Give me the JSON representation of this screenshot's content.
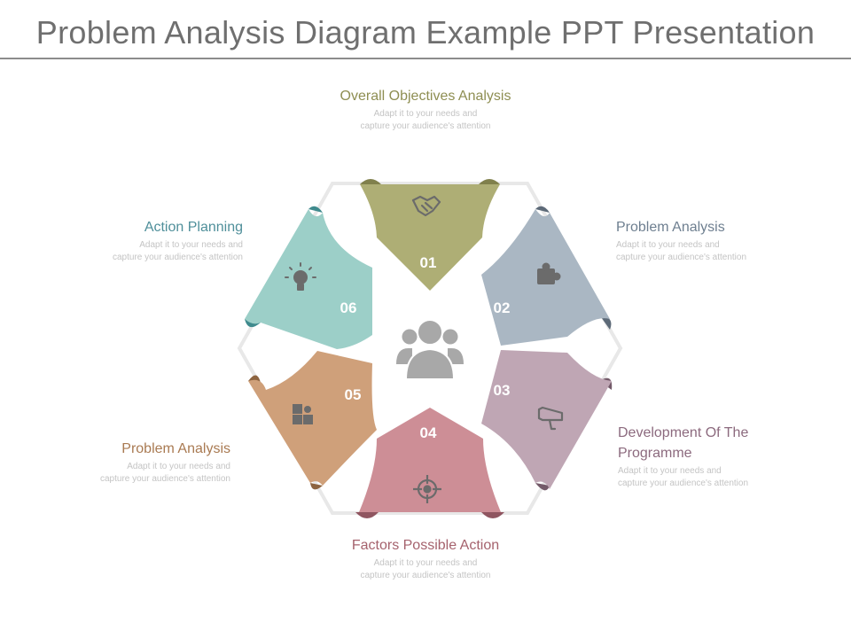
{
  "title": "Problem Analysis Diagram Example PPT Presentation",
  "colors": {
    "segment_01": "#aeae75",
    "segment_02": "#aab7c3",
    "segment_03": "#bfa6b4",
    "segment_04": "#cd8e96",
    "segment_05": "#cfa07a",
    "segment_06": "#9ccfc8",
    "center_icon": "#a8a8a8",
    "segment_icon": "#6b6b6b"
  },
  "center_icon": "people-group-icon",
  "segments": [
    {
      "number": "01",
      "icon": "handshake-icon",
      "heading": "Overall Objectives Analysis",
      "description": "Adapt it to your needs and capture your audience's attention",
      "heading_color": "#8e8e52"
    },
    {
      "number": "02",
      "icon": "puzzle-piece-icon",
      "heading": "Problem Analysis",
      "description": "Adapt it to your needs and capture your audience's attention",
      "heading_color": "#6e7f90"
    },
    {
      "number": "03",
      "icon": "megaphone-icon",
      "heading": "Development Of The Programme",
      "description": "Adapt it to your needs and capture your audience's attention",
      "heading_color": "#8c6a7e"
    },
    {
      "number": "04",
      "icon": "target-icon",
      "heading": "Factors Possible Action",
      "description": "Adapt it to your needs and capture your audience's attention",
      "heading_color": "#a5626d"
    },
    {
      "number": "05",
      "icon": "puzzle-pieces-icon",
      "heading": "Problem Analysis",
      "description": "Adapt it to your needs and capture your audience's attention",
      "heading_color": "#a97a52"
    },
    {
      "number": "06",
      "icon": "lightbulb-icon",
      "heading": "Action Planning",
      "description": "Adapt it to your needs and capture your audience's attention",
      "heading_color": "#4f8f9a"
    }
  ]
}
